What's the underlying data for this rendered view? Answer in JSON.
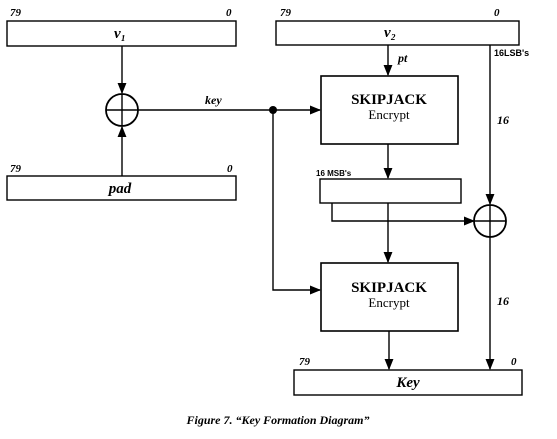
{
  "registers": {
    "v1": {
      "label": "v₁",
      "high_bit": "79",
      "low_bit": "0"
    },
    "pad": {
      "label": "pad",
      "high_bit": "79",
      "low_bit": "0"
    },
    "v2": {
      "label": "v₂",
      "high_bit": "79",
      "low_bit": "0"
    },
    "msb": {
      "label": "16 MSB's"
    },
    "key_out": {
      "label": "Key",
      "high_bit": "79",
      "low_bit": "0"
    }
  },
  "blocks": {
    "encrypt1": {
      "title": "SKIPJACK",
      "subtitle": "Encrypt"
    },
    "encrypt2": {
      "title": "SKIPJACK",
      "subtitle": "Encrypt"
    }
  },
  "edge_labels": {
    "key": "key",
    "pt": "pt",
    "lsb": "16LSB's",
    "width_upper": "16",
    "width_lower": "16"
  },
  "caption": "Figure 7.  “Key Formation Diagram”"
}
